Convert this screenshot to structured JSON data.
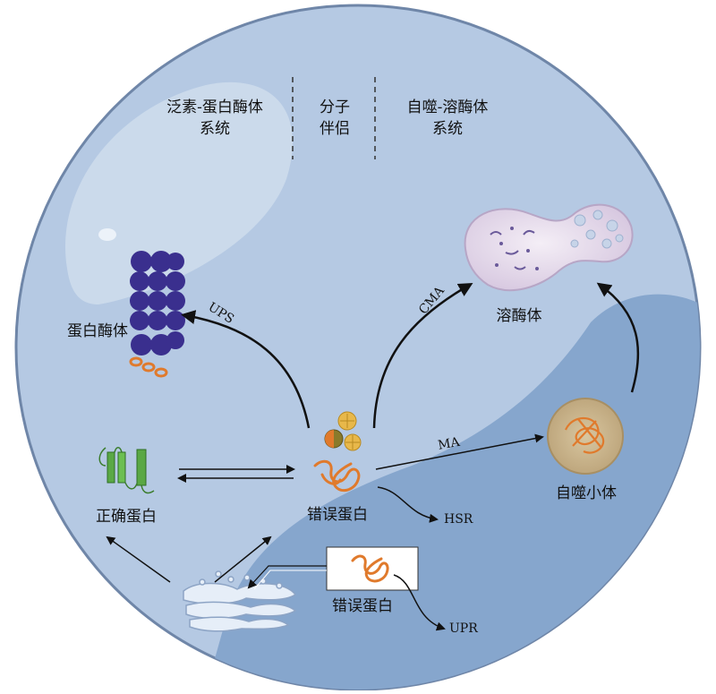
{
  "headers": {
    "ups": [
      "泛素-蛋白酶体",
      "系统"
    ],
    "chaperone": [
      "分子",
      "伴侣"
    ],
    "autophagy": [
      "自噬-溶酶体",
      "系统"
    ]
  },
  "nodes": {
    "proteasome": "蛋白酶体",
    "lysosome": "溶酶体",
    "autophagosome": "自噬小体",
    "correct_protein": "正确蛋白",
    "misfolded_protein": "错误蛋白",
    "er_misfolded_protein": "错误蛋白"
  },
  "edges": {
    "ups": "UPS",
    "cma": "CMA",
    "ma": "MA",
    "hsr": "HSR",
    "upr": "UPR"
  },
  "colors": {
    "cell_bg": "#b5c9e3",
    "cell_border": "#6f86a8",
    "inner_region": "#86a6cd",
    "proteasome": "#3a2f8e",
    "protein_orange": "#e07a2c",
    "lysosome": "#e4d9ea",
    "autophagosome": "#cbb895",
    "er": "#e6eef8",
    "helix_green": "#5aa845"
  }
}
